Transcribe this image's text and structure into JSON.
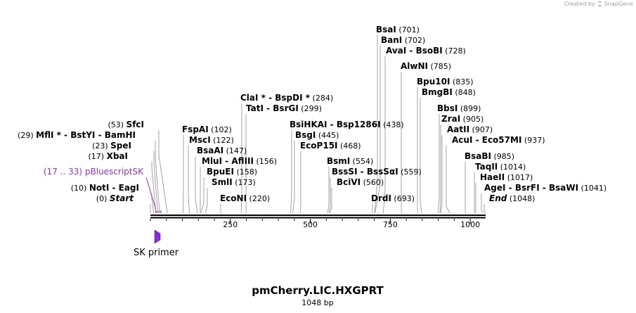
{
  "credit": {
    "prefix": "Created by",
    "brand": "SnapGene"
  },
  "plasmid": {
    "name": "pmCherry.LIC.HXGPRT",
    "length": "1048 bp",
    "total_bp": 1048
  },
  "axis": {
    "ticks": [
      250,
      500,
      750,
      1000
    ]
  },
  "primer": {
    "label": "SK primer",
    "color": "#8a2be2"
  },
  "feature": {
    "label": "pBluescriptSK",
    "range": "(17 .. 33)",
    "color": "#9b30d9"
  },
  "sites": [
    {
      "label": "SfcI",
      "pos": "(53)",
      "bp": 53
    },
    {
      "label": "MflI * - BstYI - BamHI",
      "pos": "(29)",
      "bp": 29
    },
    {
      "label": "SpeI",
      "pos": "(23)",
      "bp": 23
    },
    {
      "label": "XbaI",
      "pos": "(17)",
      "bp": 17
    },
    {
      "label": "NotI - EagI",
      "pos": "(10)",
      "bp": 10
    },
    {
      "label": "Start",
      "pos": "(0)",
      "bp": 0
    },
    {
      "label": "FspAI",
      "pos": "(102)",
      "bp": 102
    },
    {
      "label": "MscI",
      "pos": "(122)",
      "bp": 122
    },
    {
      "label": "BsaAI",
      "pos": "(147)",
      "bp": 147
    },
    {
      "label": "MluI - AflIII",
      "pos": "(156)",
      "bp": 156
    },
    {
      "label": "BpuEI",
      "pos": "(158)",
      "bp": 158
    },
    {
      "label": "SmlI",
      "pos": "(173)",
      "bp": 173
    },
    {
      "label": "EcoNI",
      "pos": "(220)",
      "bp": 220
    },
    {
      "label": "ClaI * - BspDI *",
      "pos": "(284)",
      "bp": 284
    },
    {
      "label": "TatI - BsrGI",
      "pos": "(299)",
      "bp": 299
    },
    {
      "label": "BsiHKAI - Bsp1286I",
      "pos": "(438)",
      "bp": 438
    },
    {
      "label": "BsgI",
      "pos": "(445)",
      "bp": 445
    },
    {
      "label": "EcoP15I",
      "pos": "(468)",
      "bp": 468
    },
    {
      "label": "BsmI",
      "pos": "(554)",
      "bp": 554
    },
    {
      "label": "BssSI - BssSαI",
      "pos": "(559)",
      "bp": 559
    },
    {
      "label": "BciVI",
      "pos": "(560)",
      "bp": 560
    },
    {
      "label": "DrdI",
      "pos": "(693)",
      "bp": 693
    },
    {
      "label": "BsaI",
      "pos": "(701)",
      "bp": 701
    },
    {
      "label": "BanI",
      "pos": "(702)",
      "bp": 702
    },
    {
      "label": "AvaI - BsoBI",
      "pos": "(728)",
      "bp": 728
    },
    {
      "label": "AlwNI",
      "pos": "(785)",
      "bp": 785
    },
    {
      "label": "Bpu10I",
      "pos": "(835)",
      "bp": 835
    },
    {
      "label": "BmgBI",
      "pos": "(848)",
      "bp": 848
    },
    {
      "label": "BbsI",
      "pos": "(899)",
      "bp": 899
    },
    {
      "label": "ZraI",
      "pos": "(905)",
      "bp": 905
    },
    {
      "label": "AatII",
      "pos": "(907)",
      "bp": 907
    },
    {
      "label": "AcuI - Eco57MI",
      "pos": "(937)",
      "bp": 937
    },
    {
      "label": "BsaBI",
      "pos": "(985)",
      "bp": 985
    },
    {
      "label": "TaqII",
      "pos": "(1014)",
      "bp": 1014
    },
    {
      "label": "HaeII",
      "pos": "(1017)",
      "bp": 1017
    },
    {
      "label": "AgeI - BsrFI - BsaWI",
      "pos": "(1041)",
      "bp": 1041
    },
    {
      "label": "End",
      "pos": "(1048)",
      "bp": 1048
    }
  ]
}
